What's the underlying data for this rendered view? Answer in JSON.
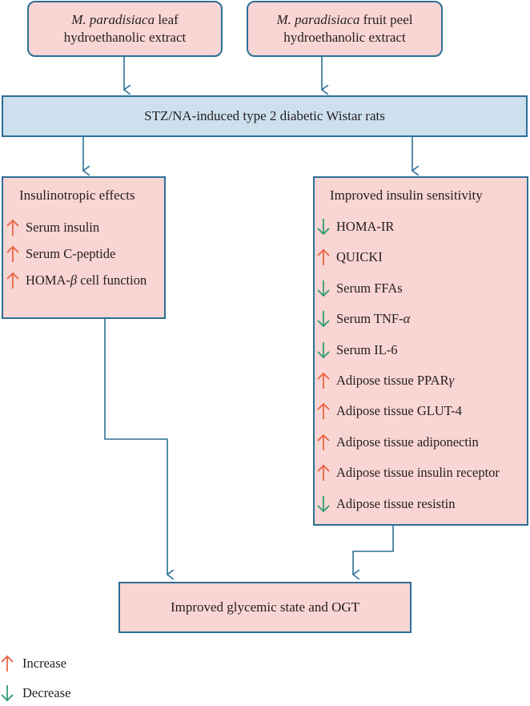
{
  "colors": {
    "line": "#2d6f96",
    "pink_fill": "#f9d5d3",
    "blue_fill": "#cde0ee",
    "increase": "#e8603c",
    "decrease": "#2a9a6a"
  },
  "sources": [
    {
      "italic": "M. paradisiaca",
      "rest": " leaf",
      "line2": "hydroethanolic extract"
    },
    {
      "italic": "M. paradisiaca",
      "rest": " fruit peel",
      "line2": "hydroethanolic extract"
    }
  ],
  "model": {
    "label": "STZ/NA-induced type 2 diabetic Wistar rats"
  },
  "left_panel": {
    "title": "Insulinotropic effects",
    "items": [
      {
        "direction": "up",
        "text": "Serum insulin"
      },
      {
        "direction": "up",
        "text": "Serum C-peptide"
      },
      {
        "direction": "up",
        "text": "HOMA-",
        "greek": "β",
        "suffix": " cell function"
      }
    ]
  },
  "right_panel": {
    "title": "Improved insulin sensitivity",
    "items": [
      {
        "direction": "down",
        "text": "HOMA-IR"
      },
      {
        "direction": "up",
        "text": "QUICKI"
      },
      {
        "direction": "down",
        "text": "Serum FFAs"
      },
      {
        "direction": "down",
        "text": "Serum TNF-",
        "greek": "α"
      },
      {
        "direction": "down",
        "text": "Serum IL-6"
      },
      {
        "direction": "up",
        "text": "Adipose tissue PPAR",
        "greek": "γ"
      },
      {
        "direction": "up",
        "text": "Adipose tissue GLUT-4"
      },
      {
        "direction": "up",
        "text": "Adipose tissue adiponectin"
      },
      {
        "direction": "up",
        "text": "Adipose tissue insulin receptor"
      },
      {
        "direction": "down",
        "text": "Adipose tissue resistin"
      }
    ]
  },
  "outcome": {
    "label": "Improved glycemic state and OGT"
  },
  "legend": [
    {
      "direction": "up",
      "label": "Increase"
    },
    {
      "direction": "down",
      "label": "Decrease"
    }
  ]
}
